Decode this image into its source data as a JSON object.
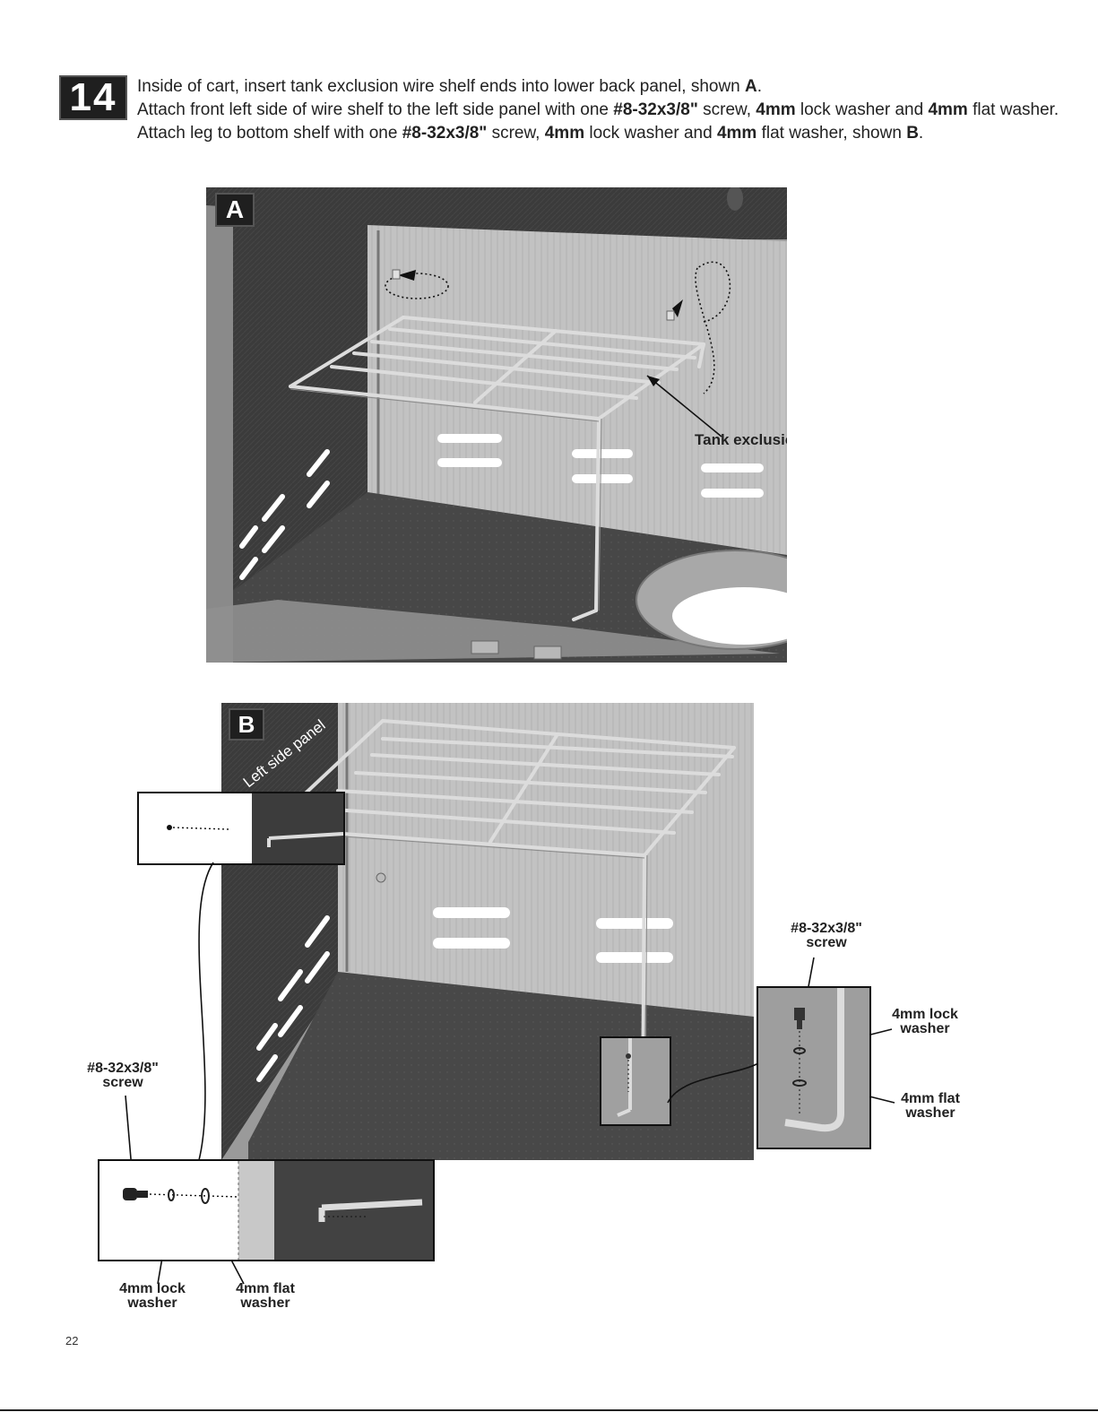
{
  "step": {
    "number": "14"
  },
  "instructions": {
    "line1": {
      "text": "Inside of cart, insert tank exclusion wire shelf ends into lower back panel, shown ",
      "ref": "A",
      "end": "."
    },
    "line2": {
      "p1": "Attach front left side of wire shelf to the left side panel with one ",
      "screw": "#8-32x3/8\"",
      "p2": " screw, ",
      "lock": "4mm",
      "p3": " lock washer and ",
      "flat": "4mm",
      "p4": " flat washer."
    },
    "line3": {
      "p1": "Attach leg to bottom shelf with one ",
      "screw": "#8-32x3/8\"",
      "p2": " screw, ",
      "lock": "4mm",
      "p3": " lock washer and ",
      "flat": "4mm",
      "p4": " flat washer, shown ",
      "ref": "B",
      "end": "."
    }
  },
  "figure_a": {
    "label": "A",
    "callout": "Tank exclusion wire shelf"
  },
  "figure_b": {
    "label": "B",
    "panel_label": "Left side panel",
    "detail_left": {
      "screw_line1": "#8-32x3/8\"",
      "screw_line2": "screw",
      "lock_line1": "4mm lock",
      "lock_line2": "washer",
      "flat_line1": "4mm flat",
      "flat_line2": "washer"
    },
    "detail_right": {
      "screw_line1": "#8-32x3/8\"",
      "screw_line2": "screw",
      "lock_line1": "4mm lock",
      "lock_line2": "washer",
      "flat_line1": "4mm flat",
      "flat_line2": "washer"
    }
  },
  "page": {
    "number": "22"
  },
  "colors": {
    "panel_dark": "#3a3a3a",
    "panel_mid": "#9a9a9a",
    "panel_light": "#c4c4c4",
    "badge": "#1f1f1f"
  }
}
